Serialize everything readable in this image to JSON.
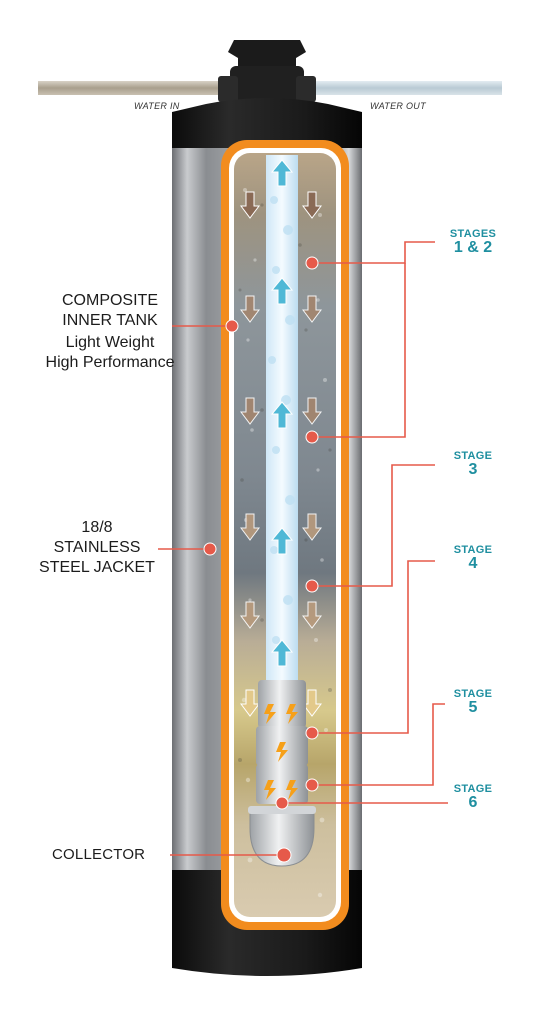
{
  "pipes": {
    "water_in": "WATER IN",
    "water_out": "WATER OUT"
  },
  "labels": {
    "composite_line1": "COMPOSITE",
    "composite_line2": "INNER TANK",
    "composite_line3": "Light Weight",
    "composite_line4": "High Performance",
    "steel_line1": "18/8",
    "steel_line2": "STAINLESS",
    "steel_line3": "STEEL JACKET",
    "collector": "COLLECTOR"
  },
  "stages": [
    {
      "title": "STAGES",
      "number": "1 & 2"
    },
    {
      "title": "STAGE",
      "number": "3"
    },
    {
      "title": "STAGE",
      "number": "4"
    },
    {
      "title": "STAGE",
      "number": "5"
    },
    {
      "title": "STAGE",
      "number": "6"
    }
  ],
  "colors": {
    "accent_orange": "#f28c1e",
    "leader_red": "#e65a4a",
    "stage_teal": "#1f8fa0",
    "tank_black": "#151515"
  }
}
